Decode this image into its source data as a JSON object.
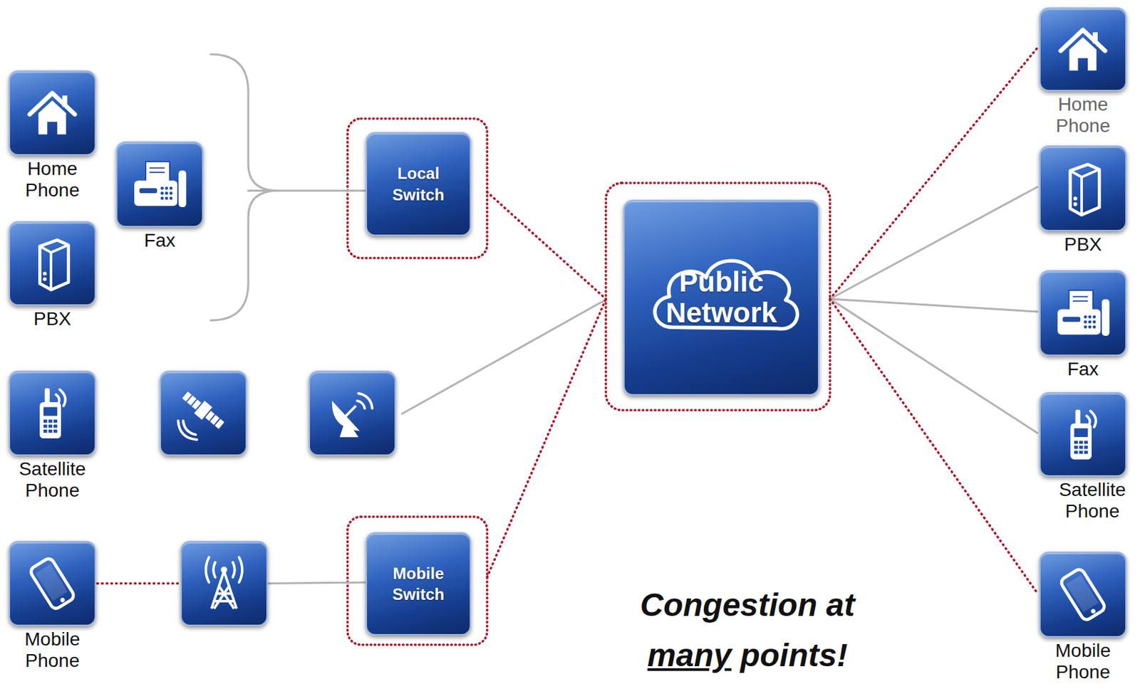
{
  "diagram": {
    "nodes": [
      {
        "text": [
          "Home Phone"
        ]
      },
      {
        "text": [
          "Fax"
        ]
      },
      {
        "text": [
          "PBX"
        ]
      },
      {
        "text": [
          "Local Switch"
        ]
      },
      {
        "text": [
          "Public Network"
        ]
      },
      {
        "text": [
          "Satellite Phone"
        ]
      },
      {
        "text": [
          "Mobile Phone"
        ]
      },
      {
        "text": [
          "Mobile Switch"
        ]
      },
      {
        "text": [
          "Home Phone"
        ]
      },
      {
        "text": [
          "PBX"
        ]
      },
      {
        "text": [
          "Fax"
        ]
      },
      {
        "text": [
          "Satellite Phone"
        ]
      },
      {
        "text": [
          "Mobile Phone"
        ]
      }
    ],
    "edges": [
      {
        "from": 0,
        "to": 3,
        "arrow": "none"
      },
      {
        "from": 1,
        "to": 3,
        "arrow": "none"
      },
      {
        "from": 2,
        "to": 3,
        "arrow": "none"
      },
      {
        "from": 3,
        "to": 4,
        "arrow": "none"
      },
      {
        "from": 6,
        "to": 7,
        "arrow": "none"
      },
      {
        "from": 7,
        "to": 4,
        "arrow": "none"
      },
      {
        "from": 4,
        "to": 8,
        "arrow": "none"
      },
      {
        "from": 4,
        "to": 9,
        "arrow": "none"
      },
      {
        "from": 4,
        "to": 10,
        "arrow": "none"
      },
      {
        "from": 4,
        "to": 11,
        "arrow": "none"
      },
      {
        "from": 4,
        "to": 12,
        "arrow": "none"
      }
    ],
    "labels": [
      "Congestion at",
      "many",
      "points!"
    ]
  }
}
